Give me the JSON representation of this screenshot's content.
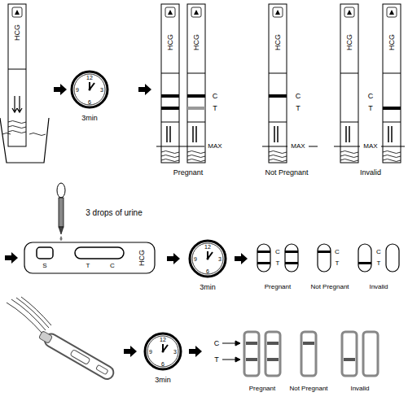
{
  "diagram": {
    "labels": [
      "HCG",
      "12",
      "3",
      "6",
      "9",
      "3min",
      "HCG",
      "HCG",
      "C",
      "T",
      "MAX",
      "Pregnant",
      "HCG",
      "C",
      "T",
      "MAX",
      "Not Pregnant",
      "HCG",
      "C",
      "T",
      "MAX",
      "HCG",
      "Invalid",
      "3 drops of urine",
      "S",
      "T",
      "C",
      "HCG",
      "12",
      "3",
      "6",
      "9",
      "3min",
      "C",
      "T",
      "Pregnant",
      "C",
      "T",
      "Not Pregnant",
      "C",
      "T",
      "Invalid",
      "12",
      "3",
      "6",
      "9",
      "3min",
      "C",
      "T",
      "Pregnant",
      "Not Pregnant",
      "Invalid"
    ]
  }
}
